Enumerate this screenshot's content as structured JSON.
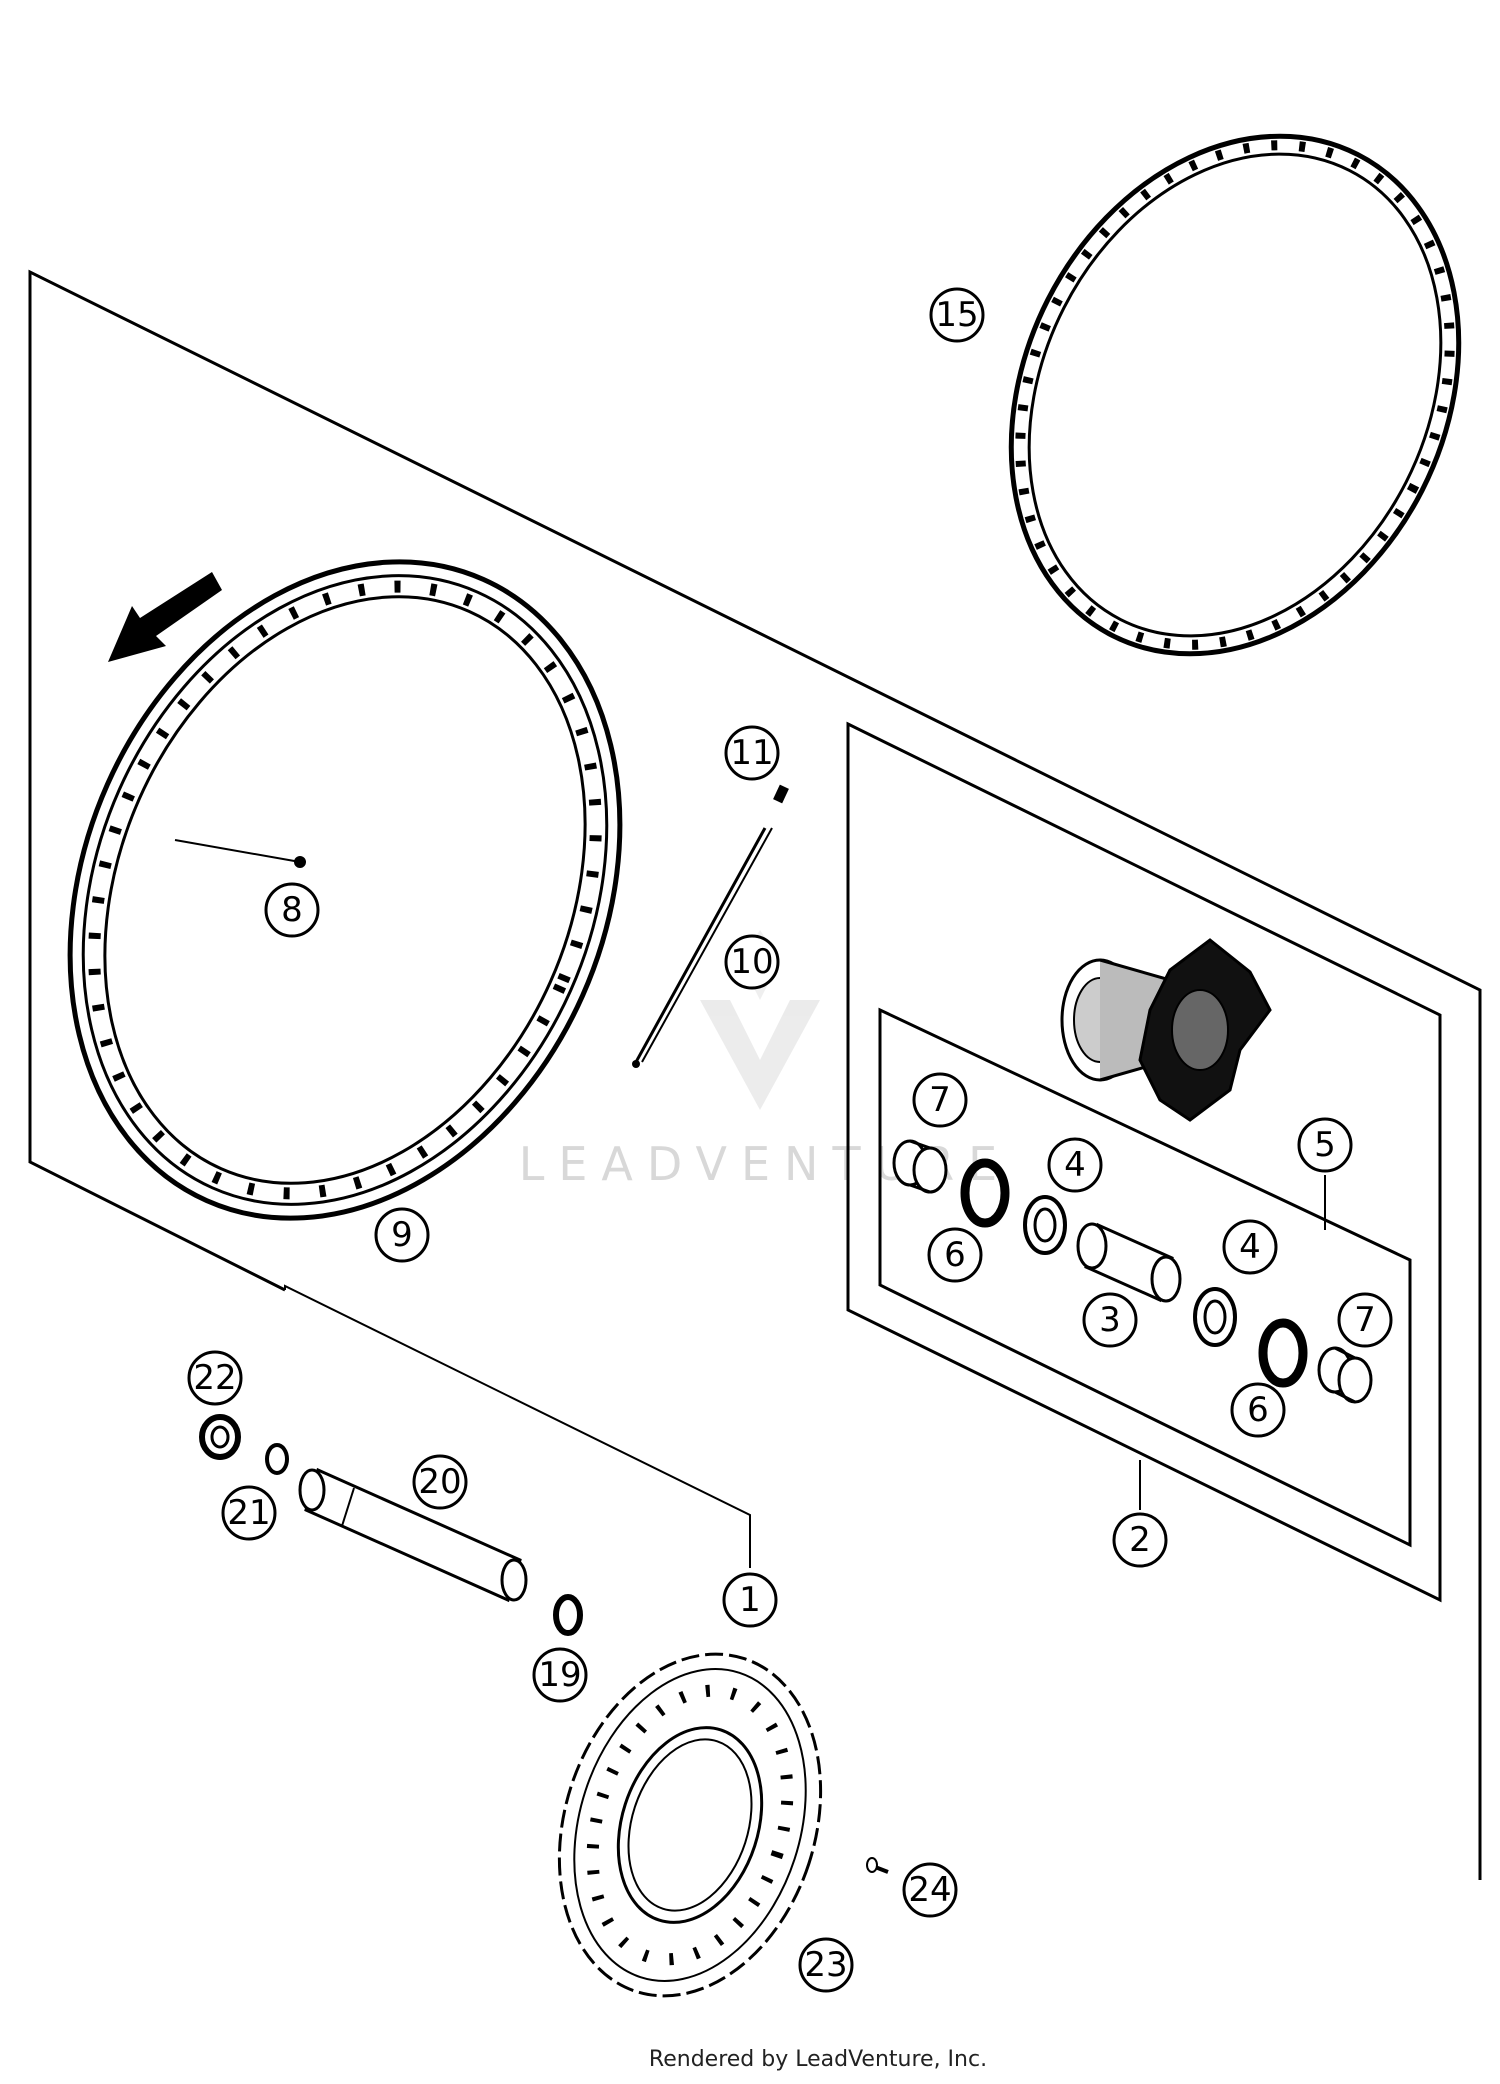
{
  "callouts": [
    {
      "id": "c1",
      "label": "1"
    },
    {
      "id": "c2",
      "label": "2"
    },
    {
      "id": "c3",
      "label": "3"
    },
    {
      "id": "c4a",
      "label": "4"
    },
    {
      "id": "c4b",
      "label": "4"
    },
    {
      "id": "c5",
      "label": "5"
    },
    {
      "id": "c6a",
      "label": "6"
    },
    {
      "id": "c6b",
      "label": "6"
    },
    {
      "id": "c7a",
      "label": "7"
    },
    {
      "id": "c7b",
      "label": "7"
    },
    {
      "id": "c8",
      "label": "8"
    },
    {
      "id": "c9",
      "label": "9"
    },
    {
      "id": "c10",
      "label": "10"
    },
    {
      "id": "c11",
      "label": "11"
    },
    {
      "id": "c15",
      "label": "15"
    },
    {
      "id": "c19",
      "label": "19"
    },
    {
      "id": "c20",
      "label": "20"
    },
    {
      "id": "c21",
      "label": "21"
    },
    {
      "id": "c22",
      "label": "22"
    },
    {
      "id": "c23",
      "label": "23"
    },
    {
      "id": "c24",
      "label": "24"
    }
  ],
  "watermark": "LEADVENTURE",
  "credit": "Rendered by LeadVenture, Inc."
}
